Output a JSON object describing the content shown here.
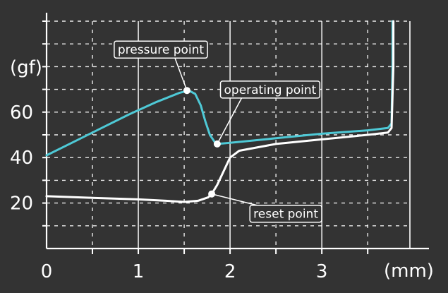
{
  "chart_data": {
    "type": "line",
    "x_unit": "(mm)",
    "y_unit": "(gf)",
    "xlim": [
      0,
      3.96
    ],
    "ylim": [
      0,
      100
    ],
    "x_ticks": [
      0,
      1,
      2,
      3
    ],
    "y_ticks": [
      20,
      40,
      60
    ],
    "grid": true,
    "series": [
      {
        "key": "press",
        "color": "#4ec9d6",
        "x": [
          0,
          0.3,
          0.6,
          0.9,
          1.2,
          1.45,
          1.55,
          1.62,
          1.68,
          1.73,
          1.78,
          1.83,
          1.86,
          2.0,
          2.5,
          3.0,
          3.5,
          3.72,
          3.76,
          3.77,
          3.77
        ],
        "y": [
          41,
          47,
          53,
          59,
          64.5,
          68.5,
          69.5,
          68,
          63,
          56,
          50,
          47,
          46,
          46.5,
          48.5,
          50.5,
          52,
          53,
          55,
          80,
          100
        ]
      },
      {
        "key": "release",
        "color": "#ffffff",
        "x": [
          0,
          0.5,
          1.0,
          1.3,
          1.5,
          1.65,
          1.76,
          1.8,
          1.86,
          1.93,
          2.0,
          2.1,
          2.5,
          3.0,
          3.5,
          3.72,
          3.76,
          3.78,
          3.78
        ],
        "y": [
          23,
          22.3,
          21.6,
          21,
          20.5,
          21,
          22.5,
          24,
          28,
          34,
          40,
          43,
          46,
          48,
          50,
          51,
          53,
          80,
          100
        ]
      }
    ],
    "annotations": [
      {
        "label": "pressure point",
        "x": 1.53,
        "y": 69.5,
        "series": "press"
      },
      {
        "label": "operating point",
        "x": 1.86,
        "y": 46,
        "series": "press"
      },
      {
        "label": "reset point",
        "x": 1.8,
        "y": 24,
        "series": "release"
      }
    ]
  }
}
